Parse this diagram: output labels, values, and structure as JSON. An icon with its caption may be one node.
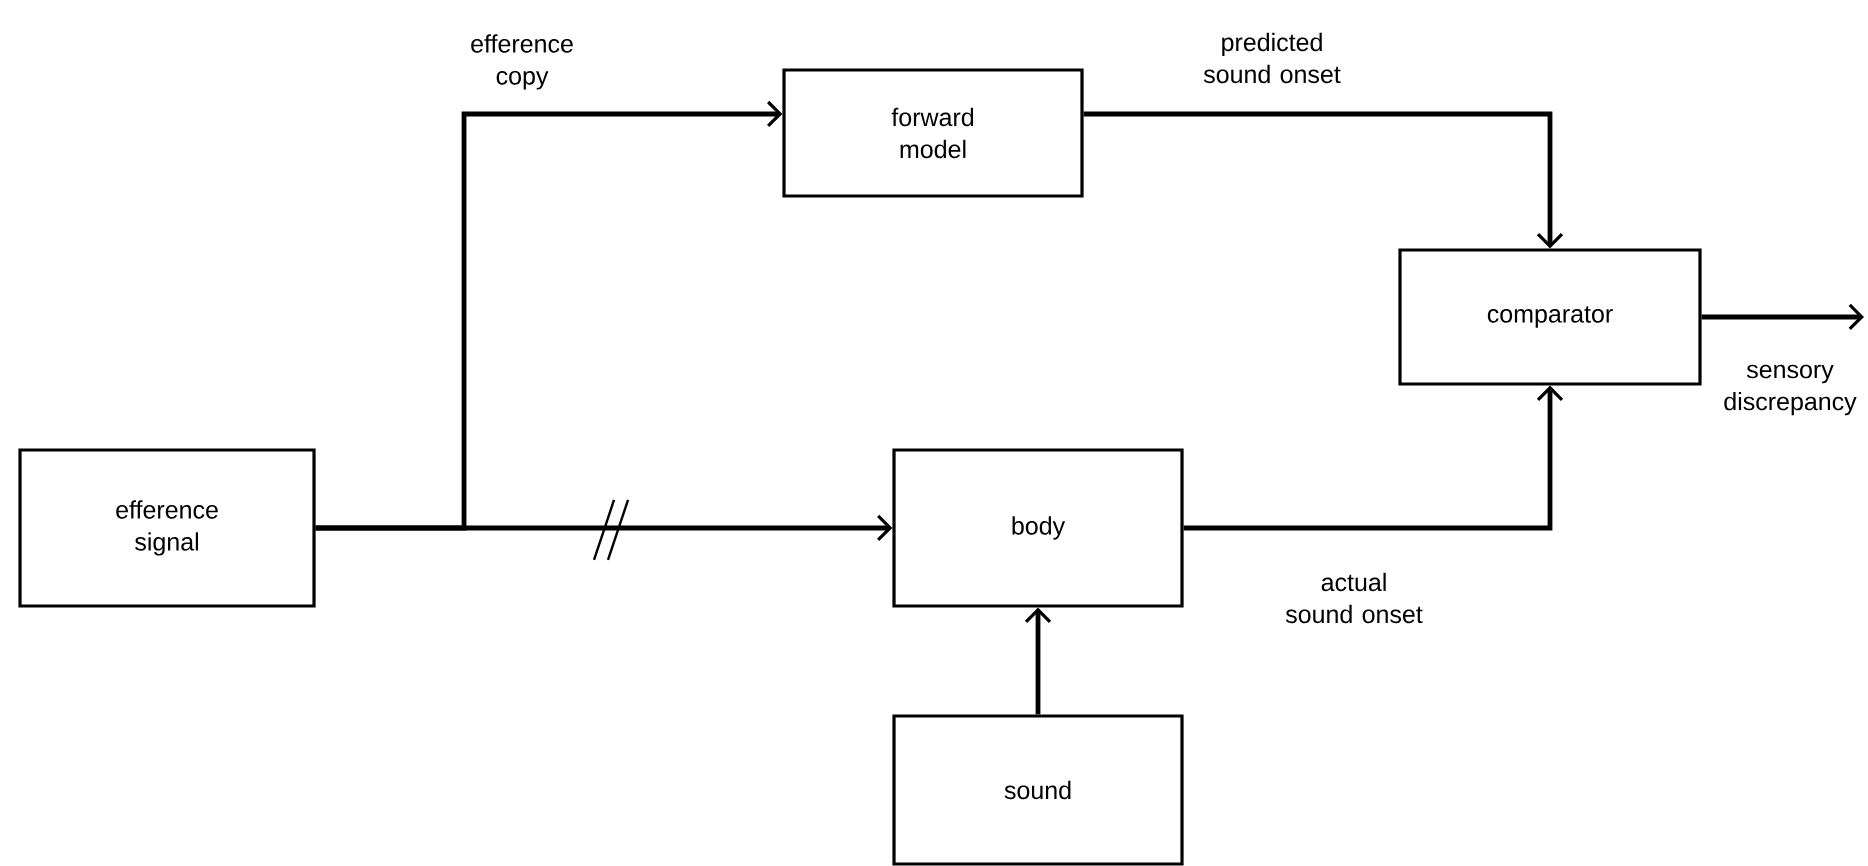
{
  "diagram": {
    "nodes": [
      {
        "text": [
          "efference signal"
        ]
      },
      {
        "text": [
          "forward model"
        ]
      },
      {
        "text": [
          "comparator"
        ]
      },
      {
        "text": [
          "body"
        ]
      },
      {
        "text": [
          "sound"
        ]
      }
    ],
    "edges": [
      {
        "from": 0,
        "to": 1,
        "arrow": "to",
        "label": "efference copy"
      },
      {
        "from": 0,
        "to": 3,
        "arrow": "to"
      },
      {
        "from": 1,
        "to": 2,
        "arrow": "to",
        "label": "predicted sound onset"
      },
      {
        "from": 3,
        "to": 2,
        "arrow": "to",
        "label": "actual sound onset"
      },
      {
        "from": 4,
        "to": 3,
        "arrow": "to"
      },
      {
        "from": 2,
        "to": null,
        "arrow": "to",
        "label": "sensory discrepancy"
      }
    ]
  }
}
